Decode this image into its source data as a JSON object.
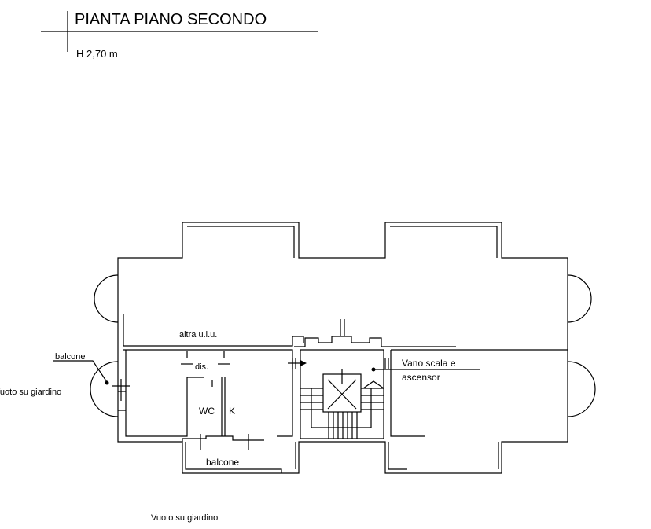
{
  "title": {
    "name": "PIANTA PIANO SECONDO",
    "height": "H 2,70 m"
  },
  "labels": {
    "other_unit": "altra u.i.u.",
    "corridor": "dis.",
    "wc": "WC",
    "kitchen": "K",
    "balcony_bottom": "balcone",
    "balcony_left": "balcone",
    "stair_line1": "Vano scala e",
    "stair_line2": "ascensor",
    "void_left": "Vuoto su giardino",
    "void_bottom": "Vuoto su giardino"
  }
}
